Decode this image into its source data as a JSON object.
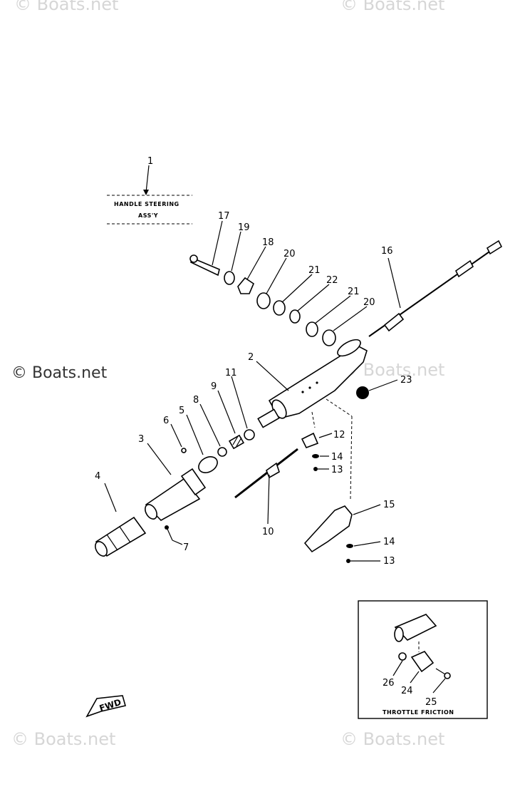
{
  "watermarks": {
    "top_left": "© Boats.net",
    "top_right": "© Boats.net",
    "mid_left": "© Boats.net",
    "mid_right": "© Boats.net",
    "bottom_left": "© Boats.net",
    "bottom_right": "© Boats.net"
  },
  "labels": {
    "assembly_title": "HANDLE STEERING",
    "assembly_sub": "ASS'Y",
    "inset_title": "THROTTLE FRICTION",
    "fwd": "FWD"
  },
  "callouts": {
    "c1": "1",
    "c2": "2",
    "c3": "3",
    "c4": "4",
    "c5": "5",
    "c6": "6",
    "c7": "7",
    "c8": "8",
    "c9": "9",
    "c10": "10",
    "c11": "11",
    "c12": "12",
    "c13a": "13",
    "c13b": "13",
    "c14a": "14",
    "c14b": "14",
    "c15": "15",
    "c16": "16",
    "c17": "17",
    "c18": "18",
    "c19": "19",
    "c20a": "20",
    "c20b": "20",
    "c21a": "21",
    "c21b": "21",
    "c22": "22",
    "c23": "23",
    "c24": "24",
    "c25": "25",
    "c26": "26"
  },
  "colors": {
    "ink": "#000000",
    "background": "#ffffff",
    "watermark": "#d6d6d6"
  }
}
